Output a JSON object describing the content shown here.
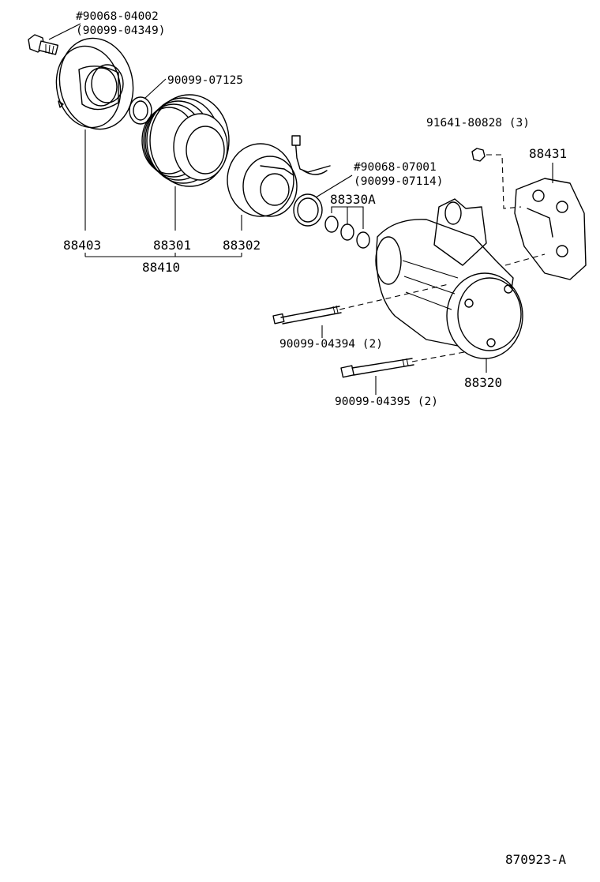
{
  "diagram": {
    "labels": {
      "p90068_04002": "#90068-04002",
      "p90099_04349": "(90099-04349)",
      "p90099_07125": "90099-07125",
      "p90068_07001": "#90068-07001",
      "p90099_07114": "(90099-07114)",
      "p91641_80828": "91641-80828 (3)",
      "p88431": "88431",
      "p88330A": "88330A",
      "p88403": "88403",
      "p88301": "88301",
      "p88302": "88302",
      "p88410": "88410",
      "p90099_04394": "90099-04394 (2)",
      "p88320": "88320",
      "p90099_04395": "90099-04395 (2)",
      "ref_code": "870923-A"
    }
  }
}
